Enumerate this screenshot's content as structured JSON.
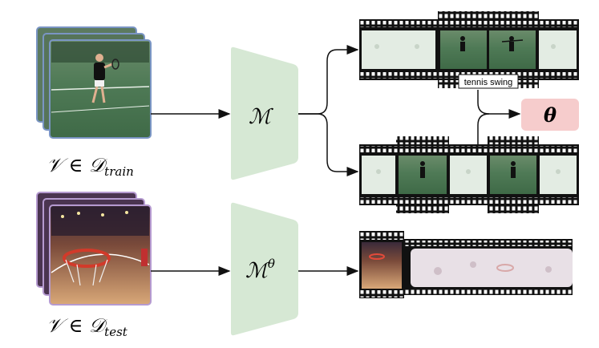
{
  "train": {
    "set_symbol": "𝒱 ∈ 𝒟",
    "set_subscript": "train"
  },
  "test": {
    "set_symbol": "𝒱 ∈ 𝒟",
    "set_subscript": "test"
  },
  "model": {
    "symbol": "ℳ",
    "superscript": "θ"
  },
  "theta_box": {
    "label": "θ",
    "color": "#f6cccc"
  },
  "tag": {
    "label": "tennis swing"
  },
  "colors": {
    "model_fill": "#d6e8d4",
    "train_frame_border": "#7a95c4",
    "test_frame_border": "#b59ad0"
  }
}
